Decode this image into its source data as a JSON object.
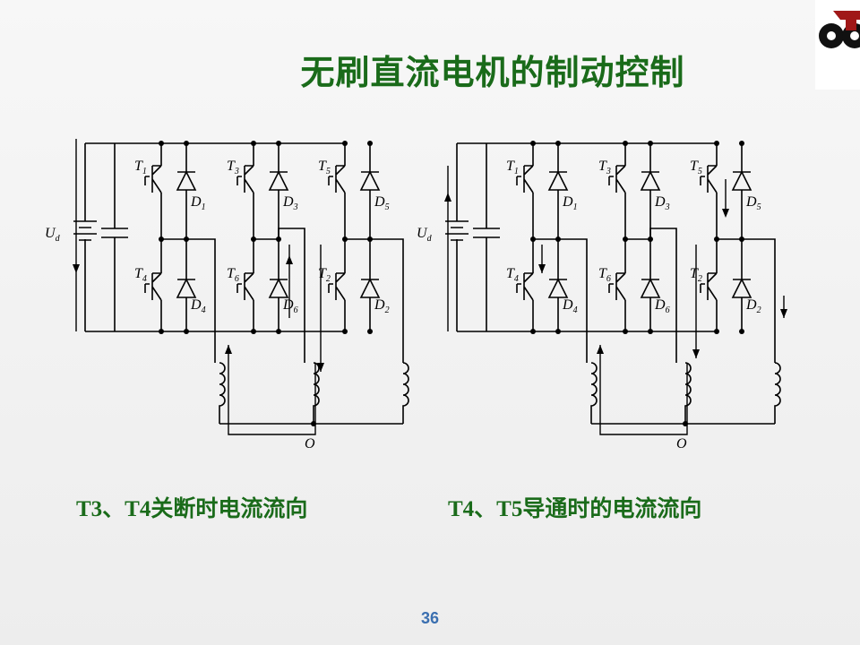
{
  "slide": {
    "title": "无刷直流电机的制动控制",
    "page_number": "36"
  },
  "left_diagram": {
    "caption": "T3、T4关断时电流流向",
    "source_label": "U",
    "source_sub": "d",
    "neutral_label": "O"
  },
  "right_diagram": {
    "caption": "T4、T5导通时的电流流向",
    "source_label": "U",
    "source_sub": "d",
    "neutral_label": "O"
  },
  "devices": [
    {
      "t": "T",
      "ts": "1",
      "d": "D",
      "ds": "1"
    },
    {
      "t": "T",
      "ts": "3",
      "d": "D",
      "ds": "3"
    },
    {
      "t": "T",
      "ts": "5",
      "d": "D",
      "ds": "5"
    },
    {
      "t": "T",
      "ts": "4",
      "d": "D",
      "ds": "4"
    },
    {
      "t": "T",
      "ts": "6",
      "d": "D",
      "ds": "6"
    },
    {
      "t": "T",
      "ts": "2",
      "d": "D",
      "ds": "2"
    }
  ],
  "colors": {
    "title": "#1a6b1a",
    "page_number": "#3a6fb0",
    "logo_red": "#a01818"
  }
}
